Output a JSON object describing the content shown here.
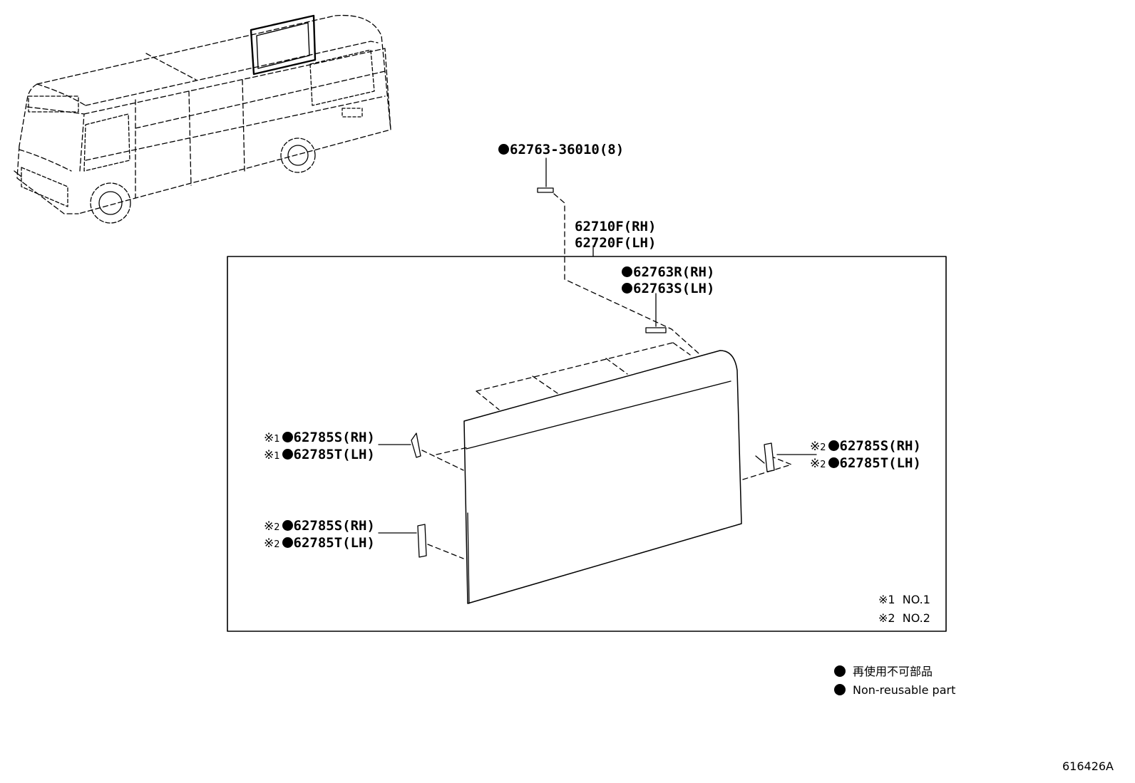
{
  "parts": {
    "clip_top": {
      "dot": true,
      "number": "62763-36010(8)"
    },
    "glass_rh": {
      "dot": false,
      "number": "62710F(RH)"
    },
    "glass_lh": {
      "dot": false,
      "number": "62720F(LH)"
    },
    "clip_upper_rh": {
      "dot": true,
      "number": "62763R(RH)"
    },
    "clip_upper_lh": {
      "dot": true,
      "number": "62763S(LH)"
    },
    "left_upper_rh": {
      "mark": "※",
      "mark_no": "1",
      "dot": true,
      "number": "62785S(RH)"
    },
    "left_upper_lh": {
      "mark": "※",
      "mark_no": "1",
      "dot": true,
      "number": "62785T(LH)"
    },
    "left_lower_rh": {
      "mark": "※",
      "mark_no": "2",
      "dot": true,
      "number": "62785S(RH)"
    },
    "left_lower_lh": {
      "mark": "※",
      "mark_no": "2",
      "dot": true,
      "number": "62785T(LH)"
    },
    "right_rh": {
      "mark": "※",
      "mark_no": "2",
      "dot": true,
      "number": "62785S(RH)"
    },
    "right_lh": {
      "mark": "※",
      "mark_no": "2",
      "dot": true,
      "number": "62785T(LH)"
    }
  },
  "notes": [
    {
      "mark": "※1",
      "text": "NO.1"
    },
    {
      "mark": "※2",
      "text": "NO.2"
    }
  ],
  "legend": {
    "japanese": "再使用不可部品",
    "english": "Non-reusable part"
  },
  "illustration_code": "616426A",
  "colors": {
    "line": "#000000",
    "background": "#ffffff"
  }
}
